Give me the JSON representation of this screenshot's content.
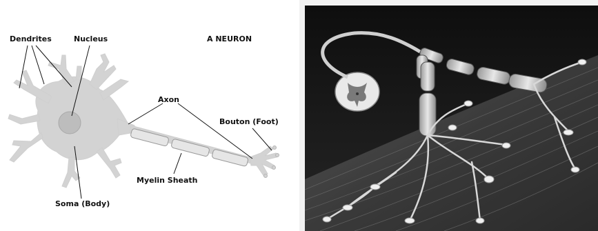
{
  "diagram": {
    "title": "A NEURON",
    "labels": {
      "dendrites": "Dendrites",
      "nucleus": "Nucleus",
      "axon": "Axon",
      "bouton": "Bouton (Foot)",
      "myelin": "Myelin Sheath",
      "soma": "Soma (Body)"
    }
  },
  "colors": {
    "neuron_fill": "#d3d3d3",
    "nucleus_fill": "#bdbdbd",
    "sheath_fill": "#e6e6e6",
    "photo_bg": "#1a1a1a"
  }
}
